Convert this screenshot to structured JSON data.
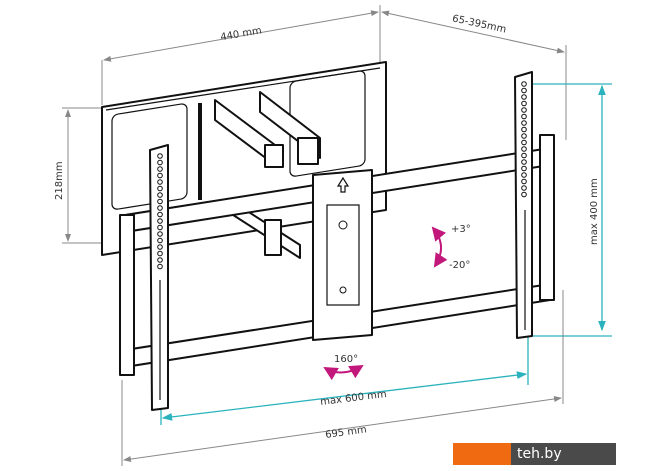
{
  "title": "TV wall mount dimensions diagram",
  "dimensions": {
    "wall_plate_width": "440 mm",
    "arm_extension": "65-395mm",
    "wall_plate_height": "218mm",
    "max_vertical_vesa": "max 400 mm",
    "max_horizontal_vesa": "max 600 mm",
    "total_width": "695 mm"
  },
  "angles": {
    "tilt_up": "+3°",
    "tilt_down": "-20°",
    "swivel": "160°"
  },
  "colors": {
    "dimension_accent": "#2ab3bd",
    "angle_accent": "#c2187c",
    "logo_orange": "#f06a12"
  },
  "watermark": "teh.by"
}
